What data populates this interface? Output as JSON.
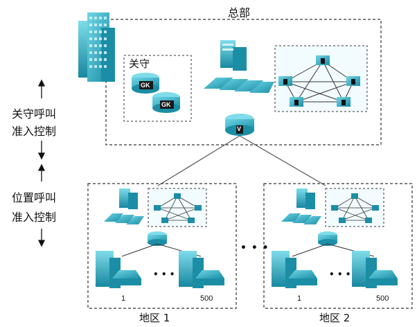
{
  "hq": {
    "title": "总部",
    "gatekeeper_label": "关守",
    "gk_badge": "GK",
    "router_badge": "V"
  },
  "left_labels": {
    "gatekeeper_cac_line1": "关守呼叫",
    "gatekeeper_cac_line2": "准入控制",
    "location_cac_line1": "位置呼叫",
    "location_cac_line2": "准入控制"
  },
  "region1": {
    "label": "地区 1",
    "first_index": "1",
    "last_index": "500",
    "ellipsis": "• • •"
  },
  "region2": {
    "label": "地区 2",
    "first_index": "1",
    "last_index": "500",
    "ellipsis": "• • •"
  },
  "between_regions_ellipsis": "• • •",
  "colors": {
    "device_teal": "#2fb3c9",
    "device_dark": "#1b7f96",
    "dashed_border": "#333333",
    "mesh_bg": "#f2fbfd"
  }
}
